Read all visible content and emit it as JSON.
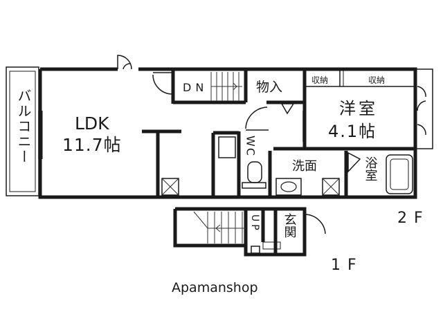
{
  "rooms": {
    "balcony": "バルコニー",
    "ldk_name": "LDK",
    "ldk_size": "11.7帖",
    "down": "DN",
    "storage": "物入",
    "closet_left": "収納",
    "closet_right": "収納",
    "western_name": "洋室",
    "western_size": "4.1帖",
    "wc": "WC",
    "washroom": "洗面",
    "bath": "浴室",
    "up": "UP",
    "entrance": "玄関"
  },
  "floors": {
    "upper": "2F",
    "lower": "1F"
  },
  "watermark": "Apamanshop"
}
